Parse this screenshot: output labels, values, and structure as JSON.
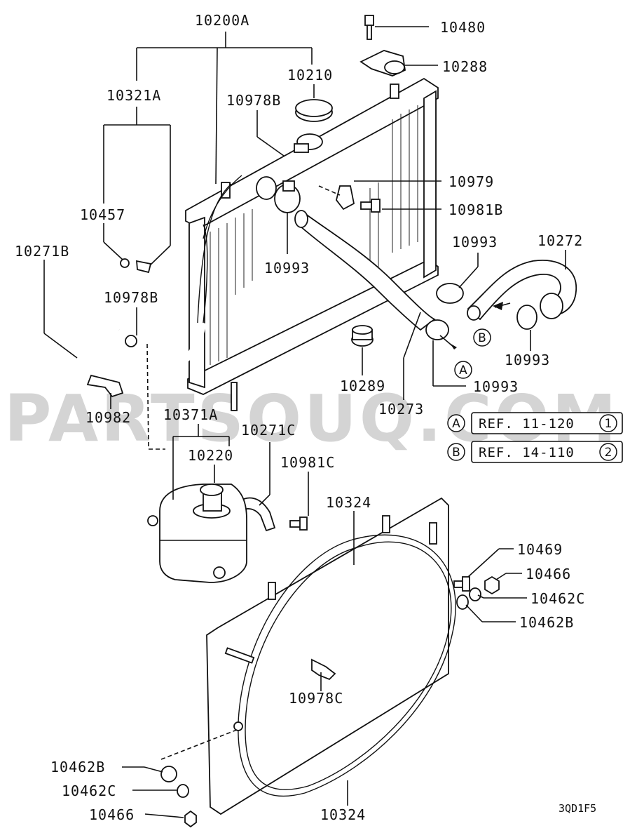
{
  "watermark": "PARTSOUQ.COM",
  "diagram_code": "3QD1F5",
  "labels": {
    "p10200A": "10200A",
    "p10480": "10480",
    "p10288": "10288",
    "p10210": "10210",
    "p10321A": "10321A",
    "p10978B_top": "10978B",
    "p10979": "10979",
    "p10981B": "10981B",
    "p10457": "10457",
    "p10993_a": "10993",
    "p10993_b": "10993",
    "p10272": "10272",
    "p10271B": "10271B",
    "p10978B_left": "10978B",
    "p10993_c": "10993",
    "p10289": "10289",
    "p10993_d": "10993",
    "p10273": "10273",
    "p10982": "10982",
    "p10371A": "10371A",
    "p10271C": "10271C",
    "p10220": "10220",
    "p10981C": "10981C",
    "p10324_top": "10324",
    "p10469": "10469",
    "p10466_right": "10466",
    "p10462C_right": "10462C",
    "p10462B_right": "10462B",
    "p10978C": "10978C",
    "p10462B_left": "10462B",
    "p10462C_left": "10462C",
    "p10466_left": "10466",
    "p10324_bottom": "10324"
  },
  "references": [
    {
      "marker": "A",
      "text": "REF. 11-120",
      "page": "1"
    },
    {
      "marker": "B",
      "text": "REF. 14-110",
      "page": "2"
    }
  ],
  "hose_markers": {
    "a": "A",
    "b": "B"
  }
}
